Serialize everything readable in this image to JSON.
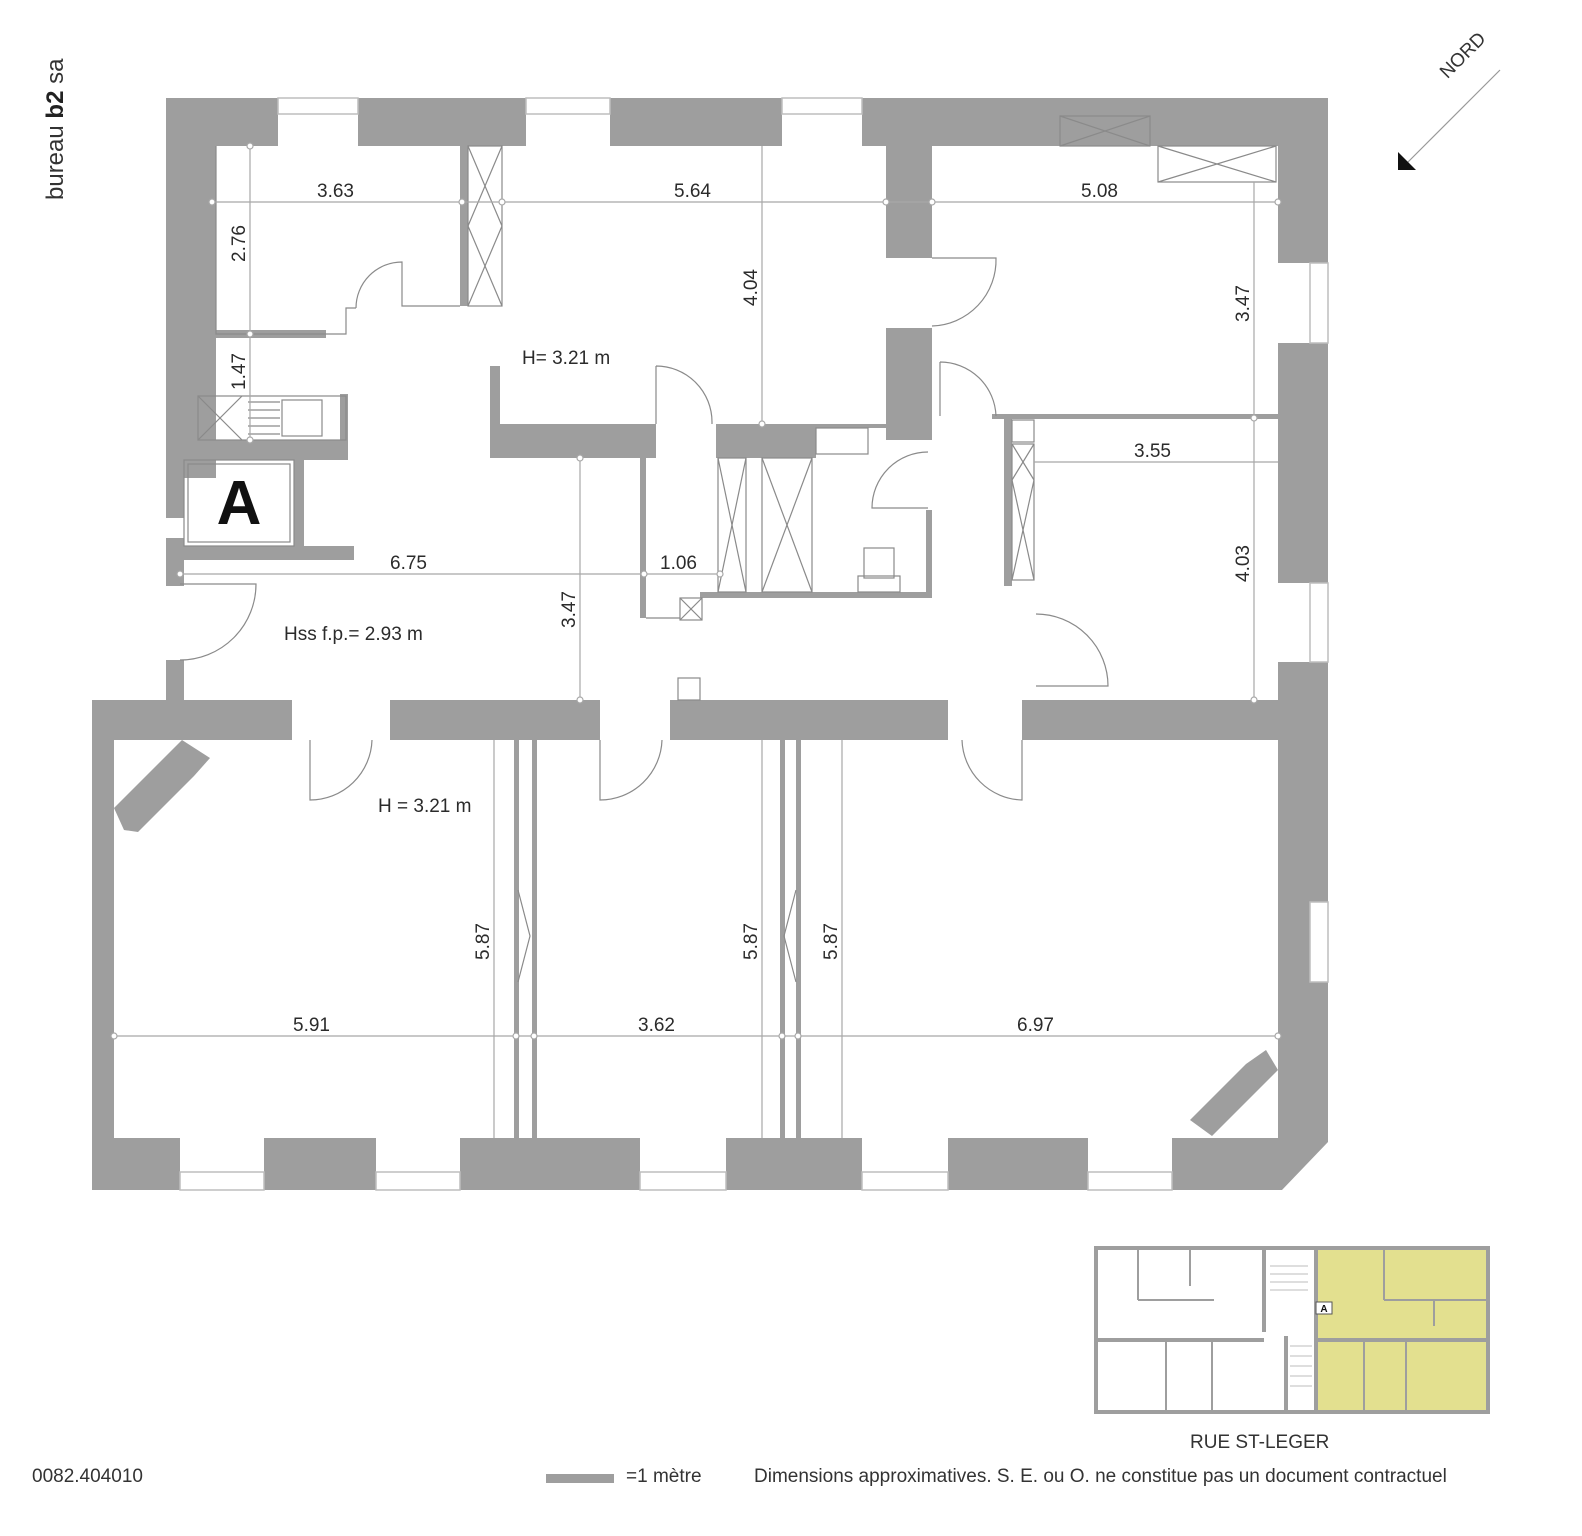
{
  "brand": {
    "prefix": "bureau ",
    "bold": "b2",
    "suffix": " sa"
  },
  "north": {
    "label": "NORD"
  },
  "unit_marker": "A",
  "colors": {
    "wall": "#9e9e9e",
    "line": "#8a8a8a",
    "highlight": "#e3e08f",
    "text": "#2b2b2b"
  },
  "dimensions": {
    "top_left_width": "3.63",
    "top_left_height": "2.76",
    "stair_height": "1.47",
    "top_middle_width": "5.64",
    "top_middle_height": "4.04",
    "top_right_width": "5.08",
    "top_right_height": "3.47",
    "right_room_width": "3.55",
    "right_room_height": "4.03",
    "hall_width": "6.75",
    "hall_depth": "3.47",
    "closet_width": "1.06",
    "bottom_left_width": "5.91",
    "bottom_left_height": "5.87",
    "bottom_middle_width": "3.62",
    "bottom_middle_height": "5.87",
    "bottom_right_width": "6.97",
    "bottom_right_height": "5.87"
  },
  "heights": {
    "upper": "H= 3.21 m",
    "hall": "Hss f.p.= 2.93 m",
    "lower": "H = 3.21 m"
  },
  "keyplan": {
    "street": "RUE ST-LEGER",
    "marker": "A"
  },
  "footer": {
    "reference": "0082.404010",
    "scale_label": "=1 mètre",
    "disclaimer": "Dimensions approximatives. S. E. ou O. ne constitue pas un document contractuel"
  }
}
